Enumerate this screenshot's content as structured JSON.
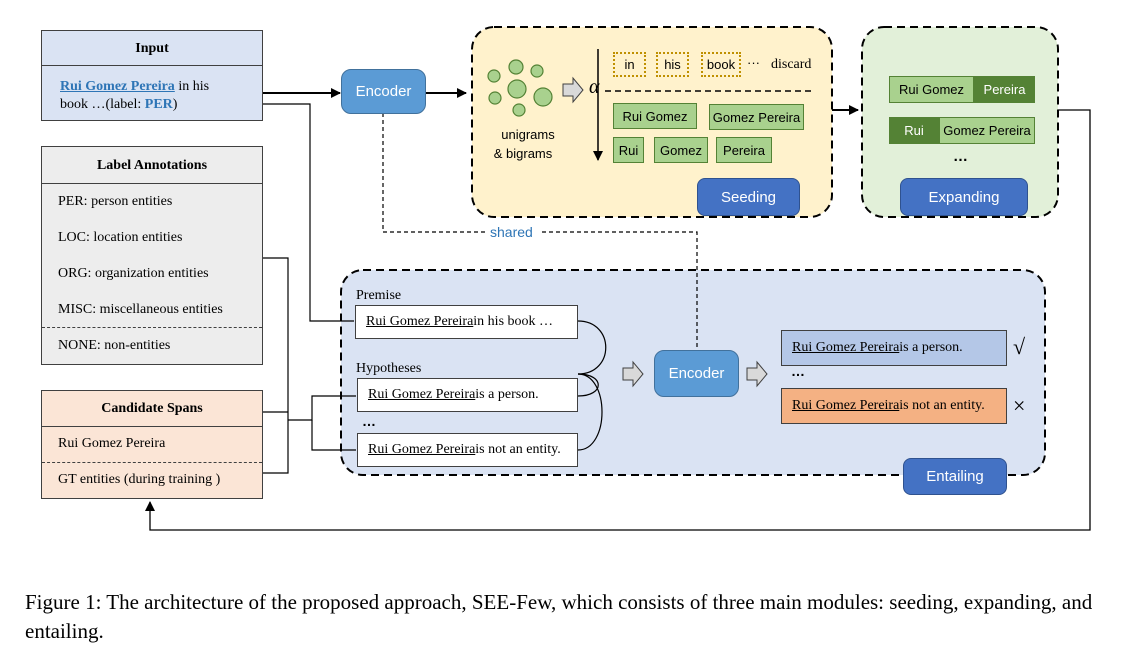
{
  "input": {
    "title": "Input",
    "span": "Rui Gomez Pereira",
    "text_after_span": " in his",
    "text_line2": "book …(label: ",
    "label": "PER",
    "text_close": ")"
  },
  "label_annotations": {
    "title": "Label Annotations",
    "items": [
      "PER: person entities",
      "LOC: location entities",
      "ORG: organization entities",
      "MISC: miscellaneous entities",
      "NONE: non-entities"
    ]
  },
  "candidate_spans": {
    "title": "Candidate Spans",
    "items": [
      "Rui Gomez Pereira",
      "GT entities (during training )"
    ]
  },
  "encoder_label": "Encoder",
  "seeding": {
    "module_label": "Seeding",
    "ngram_label_1": "unigrams",
    "ngram_label_2": "& bigrams",
    "alpha": "α",
    "discarded": [
      "in",
      "his",
      "book"
    ],
    "ellipsis": "···",
    "discard_label": "discard",
    "kept_bigrams": [
      "Rui Gomez",
      "Gomez Pereira"
    ],
    "kept_unigrams": [
      "Rui",
      "Gomez",
      "Pereira"
    ]
  },
  "expanding": {
    "module_label": "Expanding",
    "row1": [
      "Rui Gomez",
      "Pereira"
    ],
    "row2": [
      "Rui",
      "Gomez Pereira"
    ],
    "ellipsis": "…"
  },
  "shared_label": "shared",
  "entailing": {
    "module_label": "Entailing",
    "premise_label": "Premise",
    "premise_span": "Rui Gomez Pereira",
    "premise_rest": " in his book …",
    "hypotheses_label": "Hypotheses",
    "hyp1_span": "Rui Gomez Pereira",
    "hyp1_rest": " is a person.",
    "hyp_ellipsis": "…",
    "hyp2_span": "Rui Gomez Pereira",
    "hyp2_rest": " is not an entity.",
    "out1_span": "Rui Gomez Pereira",
    "out1_rest": " is a person.",
    "out_ellipsis": "…",
    "out2_span": "Rui Gomez Pereira",
    "out2_rest": " is not an entity.",
    "check": "√",
    "cross": "×"
  },
  "caption": "Figure 1: The architecture of the proposed approach, SEE-Few, which consists of three main modules: seeding, expanding, and entailing.",
  "colors": {
    "input_bg": "#dae3f3",
    "label_bg": "#ededed",
    "candidate_bg": "#fbe5d6",
    "seeding_bg": "#fff2cc",
    "expanding_bg": "#e2f0d9",
    "entailing_bg": "#dae3f3",
    "module_button": "#4472c4",
    "encoder": "#5b9bd5",
    "link_blue": "#2e75b6",
    "hyp_pos_bg": "#b4c7e7",
    "hyp_neg_bg": "#f4b183"
  }
}
